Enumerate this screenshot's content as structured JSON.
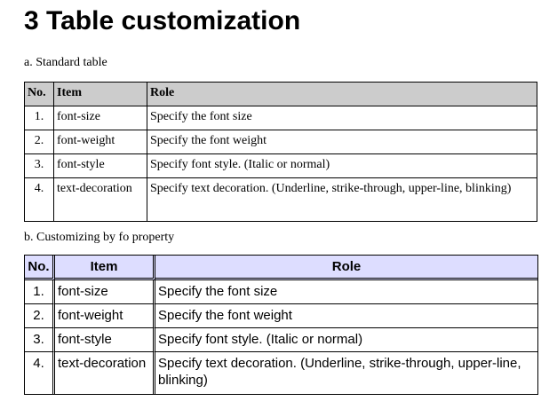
{
  "title": "3 Table customization",
  "section_a": {
    "caption": "a. Standard table",
    "headers": {
      "no": "No.",
      "item": "Item",
      "role": "Role"
    },
    "rows": [
      {
        "no": "1.",
        "item": "font-size",
        "role": "Specify the font size"
      },
      {
        "no": "2.",
        "item": "font-weight",
        "role": "Specify the font weight"
      },
      {
        "no": "3.",
        "item": "font-style",
        "role": "Specify font style. (Italic or normal)"
      },
      {
        "no": "4.",
        "item": "text-decoration",
        "role": "Specify text decoration. (Underline, strike-through, upper-line, blinking)"
      }
    ]
  },
  "section_b": {
    "caption": "b. Customizing by fo property",
    "headers": {
      "no": "No.",
      "item": "Item",
      "role": "Role"
    },
    "rows": [
      {
        "no": "1.",
        "item": "font-size",
        "role": "Specify the font size"
      },
      {
        "no": "2.",
        "item": "font-weight",
        "role": "Specify the font weight"
      },
      {
        "no": "3.",
        "item": "font-style",
        "role": "Specify font style. (Italic or normal)"
      },
      {
        "no": "4.",
        "item": "text-decoration",
        "role": "Specify text decoration. (Underline, strike-through, upper-line, blinking)"
      }
    ]
  },
  "colors": {
    "table_a_header_bg": "#cccccc",
    "table_b_header_bg": "#ddddff"
  }
}
